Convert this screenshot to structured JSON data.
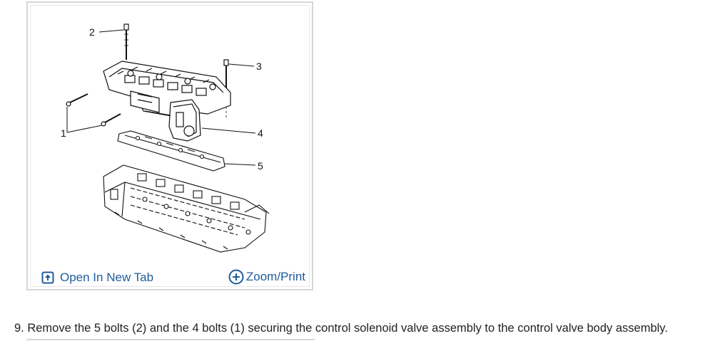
{
  "figure": {
    "callouts": [
      "1",
      "2",
      "3",
      "4",
      "5"
    ]
  },
  "footer": {
    "open_tab_label": "Open In New Tab",
    "zoom_label": "Zoom/Print"
  },
  "step": {
    "text": "9. Remove the 5 bolts (2) and the 4 bolts (1) securing the control solenoid valve assembly to the control valve body assembly."
  },
  "icons": {
    "open_tab": "open-in-new-tab-icon",
    "zoom": "zoom-plus-icon"
  },
  "colors": {
    "link": "#1f5b9c",
    "text": "#222222",
    "card_border": "#d6d6d6"
  }
}
